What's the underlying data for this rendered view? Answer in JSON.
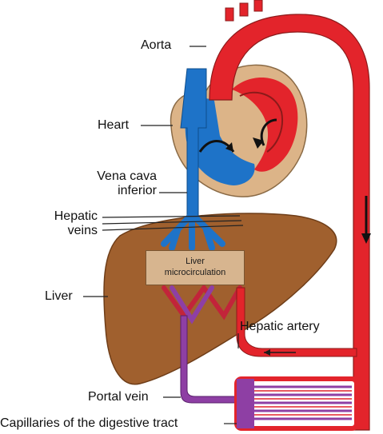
{
  "labels": {
    "aorta": "Aorta",
    "heart": "Heart",
    "vena_cava_line1": "Vena cava",
    "vena_cava_line2": "inferior",
    "hepatic_veins_line1": "Hepatic",
    "hepatic_veins_line2": "veins",
    "liver": "Liver",
    "liver_micro_line1": "Liver",
    "liver_micro_line2": "microcirculation",
    "hepatic_artery": "Hepatic artery",
    "portal_vein": "Portal vein",
    "capillaries": "Capillaries of the digestive tract"
  },
  "colors": {
    "artery_red": "#e3242b",
    "vein_blue": "#1e73c8",
    "portal_purple": "#8e3fa4",
    "liver_brown": "#a0602e",
    "heart_tan": "#dcb488"
  }
}
